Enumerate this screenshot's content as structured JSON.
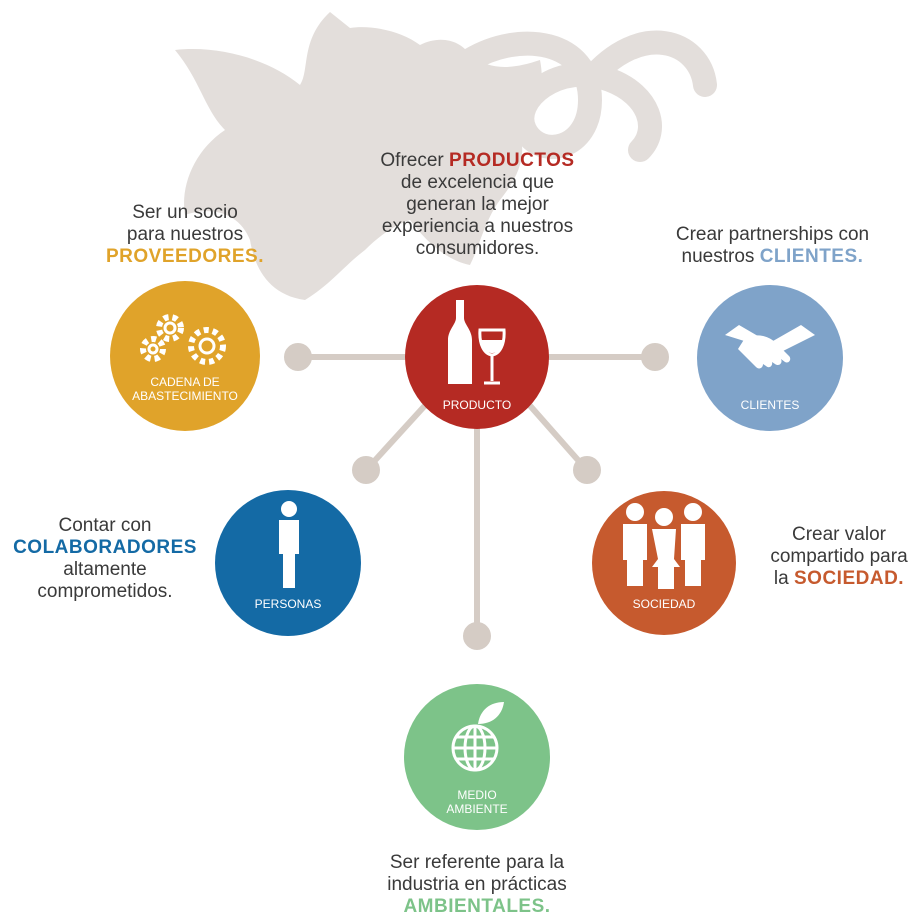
{
  "colors": {
    "producto": "#b52a23",
    "cadena": "#e0a32a",
    "clientes": "#7fa3c9",
    "personas": "#146aa5",
    "sociedad": "#c65a2e",
    "medio": "#7dc389",
    "connector": "#d5ccc5",
    "leaf": "#e3dedb",
    "text": "#3a3a3a"
  },
  "nodes": {
    "producto": {
      "label": "PRODUCTO"
    },
    "cadena": {
      "label_line1": "CADENA DE",
      "label_line2": "ABASTECIMIENTO"
    },
    "clientes": {
      "label": "CLIENTES"
    },
    "personas": {
      "label": "PERSONAS"
    },
    "sociedad": {
      "label": "SOCIEDAD"
    },
    "medio": {
      "label_line1": "MEDIO",
      "label_line2": "AMBIENTE"
    }
  },
  "texts": {
    "producto": {
      "pre": "Ofrecer ",
      "em": "PRODUCTOS",
      "line2": "de excelencia que",
      "line3": "generan la mejor",
      "line4": "experiencia a nuestros",
      "line5": "consumidores."
    },
    "proveedores": {
      "line1": "Ser un socio",
      "line2": "para nuestros",
      "em": "PROVEEDORES."
    },
    "clientes": {
      "line1": "Crear partnerships con",
      "pre": "nuestros ",
      "em": "CLIENTES."
    },
    "colaboradores": {
      "line1": "Contar con",
      "em": "COLABORADORES",
      "line3": "altamente",
      "line4": "comprometidos."
    },
    "sociedad": {
      "line1": "Crear valor",
      "line2": "compartido para",
      "pre": "la ",
      "em": "SOCIEDAD."
    },
    "ambientales": {
      "line1": "Ser referente para la",
      "line2": "industria en prácticas",
      "em": "AMBIENTALES."
    }
  }
}
